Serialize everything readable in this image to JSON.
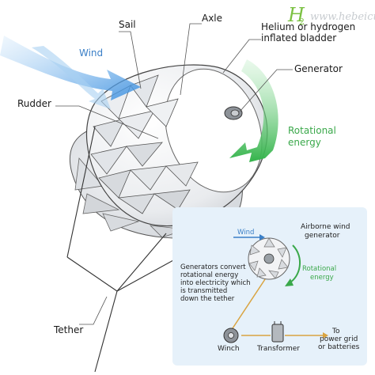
{
  "labels": {
    "sail": "Sail",
    "axle": "Axle",
    "bladder_line1": "Helium or hydrogen",
    "bladder_line2": "inflated bladder",
    "wind": "Wind",
    "generator": "Generator",
    "rudder": "Rudder",
    "rotational_line1": "Rotational",
    "rotational_line2": "energy",
    "tether": "Tether"
  },
  "inset": {
    "title_line1": "Airborne wind",
    "title_line2": "generator",
    "wind": "Wind",
    "rotational_line1": "Rotational",
    "rotational_line2": "energy",
    "note_lines": [
      "Generators convert",
      "rotational energy",
      "into electricity which",
      "is transmitted",
      "down the tether"
    ],
    "winch": "Winch",
    "transformer": "Transformer",
    "to_line1": "To",
    "to_line2": "power grid",
    "to_line3": "or batteries"
  },
  "watermark": {
    "logo": "H",
    "logo_sub": "2",
    "url": "www.hebeicu.cn"
  },
  "colors": {
    "wind_blue": "#3a7fc7",
    "energy_green": "#3aa84a",
    "inset_bg": "#e6f1fa",
    "tether_orange": "#d9a441"
  }
}
